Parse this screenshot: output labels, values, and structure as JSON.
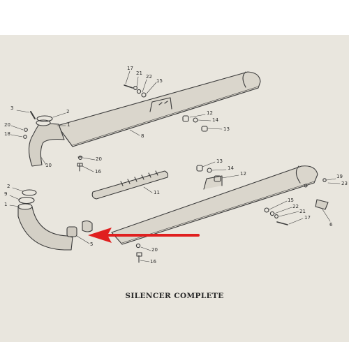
{
  "diagram": {
    "caption": "SILENCER COMPLETE",
    "callouts": {
      "c17a": "17",
      "c21a": "21",
      "c22a": "22",
      "c15a": "15",
      "c3": "3",
      "c2a": "2",
      "c1a": "1",
      "c20a": "20",
      "c18": "18",
      "c8": "8",
      "c10": "10",
      "c20b": "20",
      "c16a": "16",
      "c12a": "12",
      "c14a": "14",
      "c13a": "13",
      "c11": "11",
      "c13b": "13",
      "c14b": "14",
      "c12b": "12",
      "c19": "19",
      "c23": "23",
      "c2b": "2",
      "c9": "9",
      "c1b": "1",
      "c15b": "15",
      "c22b": "22",
      "c21b": "21",
      "c17b": "17",
      "c6": "6",
      "c5": "5",
      "c20c": "20",
      "c16b": "16"
    },
    "colors": {
      "paper": "#e9e6de",
      "ink": "#3a3a3a",
      "arrow": "#e01f1f"
    }
  }
}
